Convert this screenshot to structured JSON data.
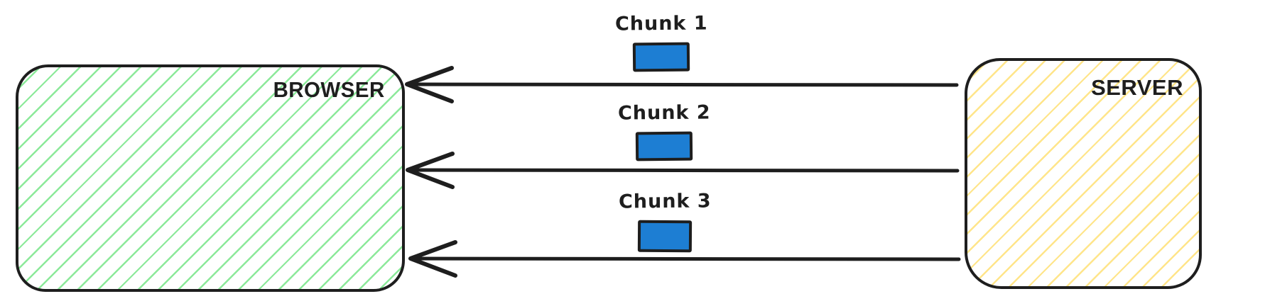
{
  "diagram": {
    "type": "sequence-of-chunks",
    "nodes": {
      "browser": {
        "label": "BROWSER",
        "hatch_color": "#8ce99a"
      },
      "server": {
        "label": "SERVER",
        "hatch_color": "#ffe58a"
      }
    },
    "chunks": [
      {
        "label": "Chunk 1"
      },
      {
        "label": "Chunk 2"
      },
      {
        "label": "Chunk 3"
      }
    ],
    "arrows": [
      {
        "from": "server",
        "to": "browser",
        "carries": "Chunk 1"
      },
      {
        "from": "server",
        "to": "browser",
        "carries": "Chunk 2"
      },
      {
        "from": "server",
        "to": "browser",
        "carries": "Chunk 3"
      }
    ],
    "colors": {
      "stroke": "#1e1e1e",
      "chunk_fill": "#1d7ed3",
      "background": "#ffffff"
    }
  }
}
